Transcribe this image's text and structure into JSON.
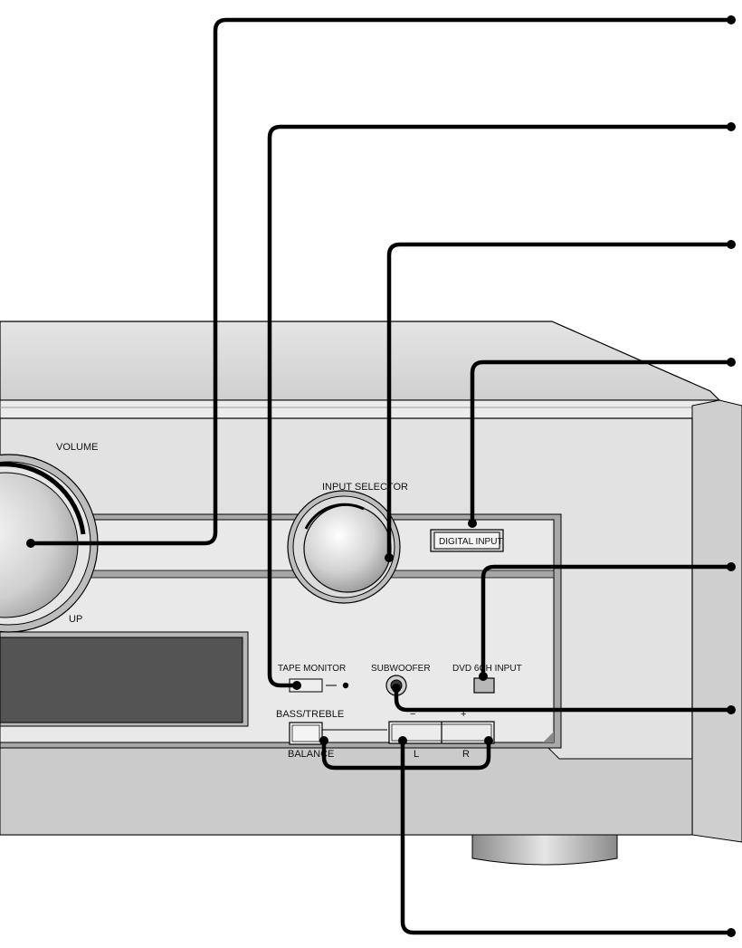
{
  "labels": {
    "volume": "VOLUME",
    "up": "UP",
    "input_selector": "INPUT SELECTOR",
    "digital_input": "DIGITAL INPUT",
    "tape_monitor": "TAPE MONITOR",
    "subwoofer": "SUBWOOFER",
    "dvd_6ch_input": "DVD 6CH INPUT",
    "bass_treble": "BASS/TREBLE",
    "balance": "BALANCE",
    "minus": "−",
    "plus": "+",
    "left": "L",
    "right": "R"
  }
}
